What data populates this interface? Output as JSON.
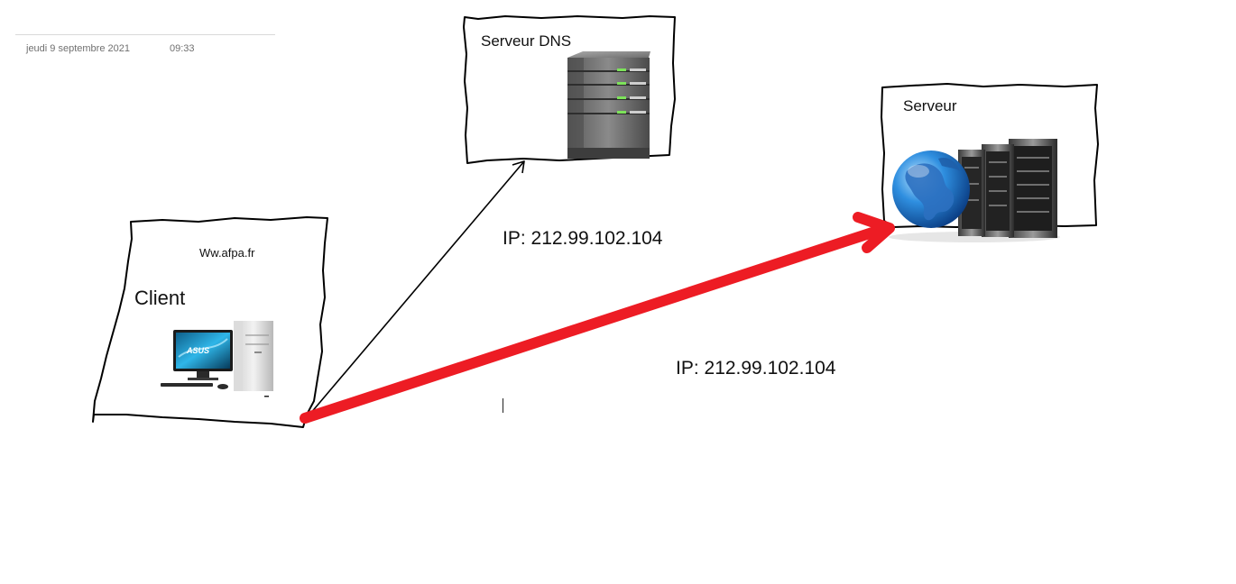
{
  "header": {
    "date": "jeudi 9 septembre 2021",
    "time": "09:33"
  },
  "nodes": {
    "dns": {
      "label": "Serveur DNS",
      "icon": "server-tower-icon"
    },
    "server": {
      "label": "Serveur",
      "icon": "globe-server-rack-icon"
    },
    "client": {
      "label": "Client",
      "url": "Ww.afpa.fr",
      "icon": "desktop-computer-icon"
    }
  },
  "edges": {
    "client_to_dns": {
      "label": "IP: 212.99.102.104",
      "color": "#000000"
    },
    "client_to_server": {
      "label": "IP: 212.99.102.104",
      "color": "#ed1c24"
    }
  }
}
